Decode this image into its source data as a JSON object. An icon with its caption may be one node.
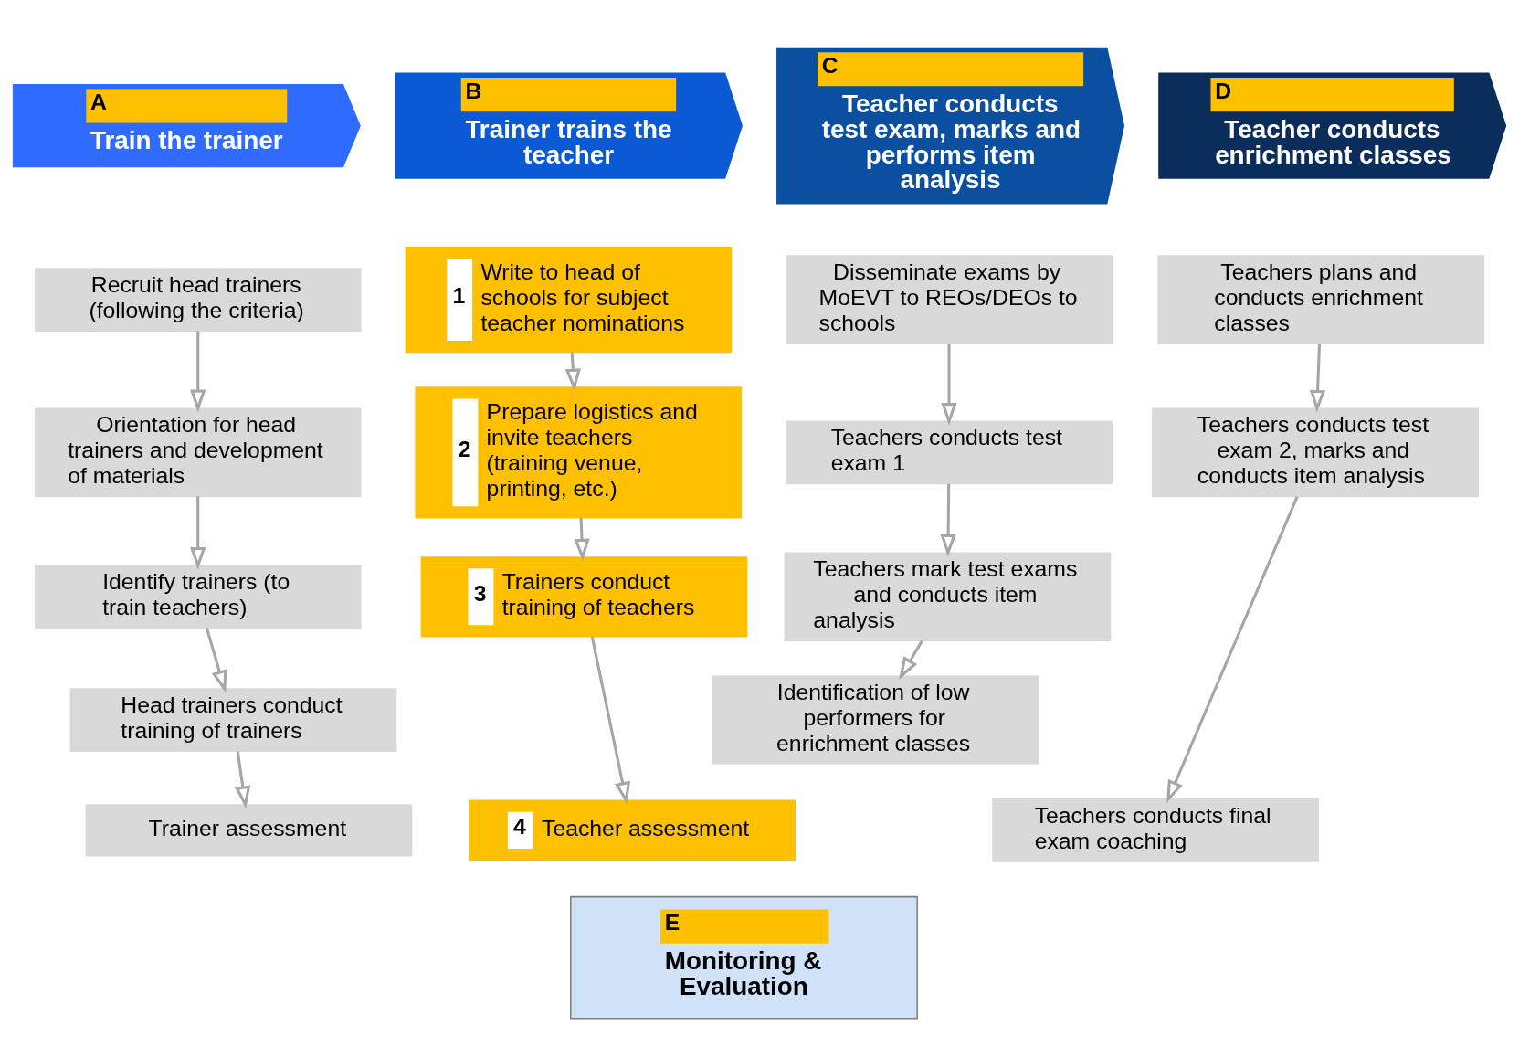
{
  "diagram": {
    "nodes": [
      {
        "text": [
          "A",
          "Train the trainer"
        ]
      },
      {
        "text": [
          "Recruit head trainers (following the criteria)"
        ]
      },
      {
        "text": [
          "Orientation for head trainers and development of materials"
        ]
      },
      {
        "text": [
          "Identify trainers (to train teachers)"
        ]
      },
      {
        "text": [
          "Head trainers conduct training of trainers"
        ]
      },
      {
        "text": [
          "Trainer assessment"
        ]
      },
      {
        "text": [
          "B",
          "Trainer trains the teacher"
        ]
      },
      {
        "text": [
          "1",
          "Write to head of schools for subject teacher nominations"
        ]
      },
      {
        "text": [
          "2",
          "Prepare logistics and invite teachers (training venue, printing, etc.)"
        ]
      },
      {
        "text": [
          "3",
          "Trainers conduct training of teachers"
        ]
      },
      {
        "text": [
          "4",
          "Teacher assessment"
        ]
      },
      {
        "text": [
          "C",
          "Teacher conducts test exam, marks and performs item analysis"
        ]
      },
      {
        "text": [
          "Disseminate exams by MoEVT to REOs/DEOs to schools"
        ]
      },
      {
        "text": [
          "Teachers conducts test exam 1"
        ]
      },
      {
        "text": [
          "Teachers mark test exams and conducts item analysis"
        ]
      },
      {
        "text": [
          "Identification of low performers for enrichment classes"
        ]
      },
      {
        "text": [
          "D",
          "Teacher conducts enrichment classes"
        ]
      },
      {
        "text": [
          "Teachers plans and conducts enrichment classes"
        ]
      },
      {
        "text": [
          "Teachers conducts test exam 2, marks and conducts item analysis"
        ]
      },
      {
        "text": [
          "Teachers conducts final exam coaching"
        ]
      },
      {
        "text": [
          "E",
          "Monitoring & Evaluation"
        ]
      }
    ],
    "edges": [
      {
        "from": 1,
        "to": 2,
        "arrow": "to"
      },
      {
        "from": 2,
        "to": 3,
        "arrow": "to"
      },
      {
        "from": 3,
        "to": 4,
        "arrow": "to"
      },
      {
        "from": 4,
        "to": 5,
        "arrow": "to"
      },
      {
        "from": 7,
        "to": 8,
        "arrow": "to"
      },
      {
        "from": 8,
        "to": 9,
        "arrow": "to"
      },
      {
        "from": 9,
        "to": 10,
        "arrow": "to"
      },
      {
        "from": 12,
        "to": 13,
        "arrow": "to"
      },
      {
        "from": 13,
        "to": 14,
        "arrow": "to"
      },
      {
        "from": 14,
        "to": 15,
        "arrow": "to"
      },
      {
        "from": 17,
        "to": 18,
        "arrow": "to"
      },
      {
        "from": 18,
        "to": 19,
        "arrow": "to"
      }
    ]
  }
}
